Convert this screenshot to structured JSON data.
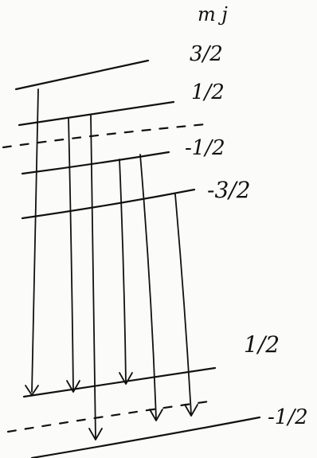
{
  "header_label": "m j",
  "upper_levels": [
    "3/2",
    "1/2",
    "-1/2",
    "-3/2"
  ],
  "lower_levels": [
    "1/2",
    "-1/2"
  ]
}
